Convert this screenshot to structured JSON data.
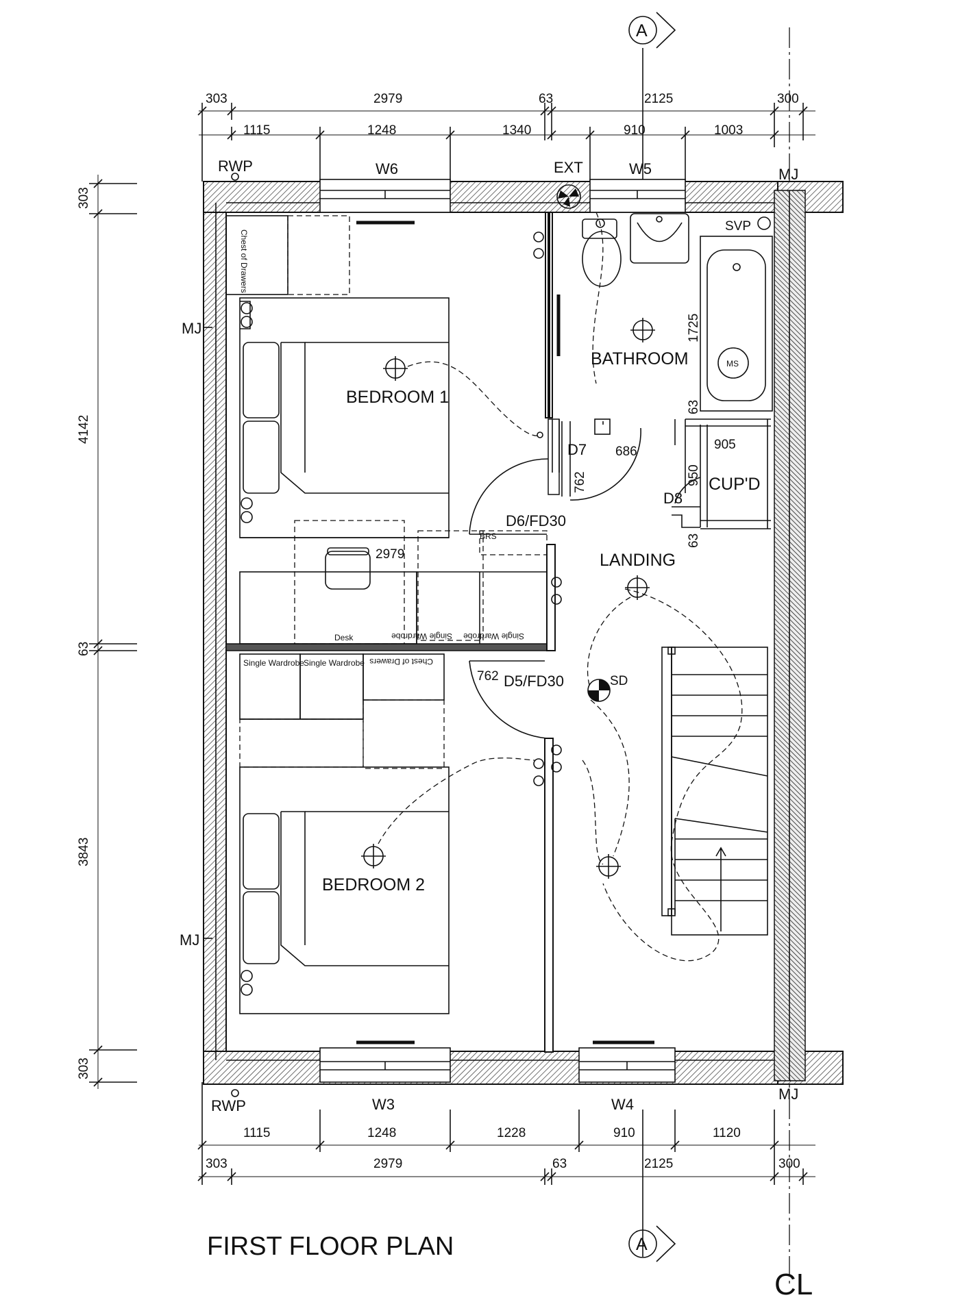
{
  "title": "FIRST FLOOR PLAN",
  "centerline": "CL",
  "section_marker": "A",
  "dims": {
    "top_outer": [
      "303",
      "2979",
      "63",
      "2125",
      "300"
    ],
    "top_inner": [
      "1115",
      "1248",
      "1340",
      "910",
      "1003"
    ],
    "bottom_inner": [
      "1115",
      "1248",
      "1228",
      "910",
      "1120"
    ],
    "bottom_outer": [
      "303",
      "2979",
      "63",
      "2125",
      "300"
    ],
    "left": [
      "303",
      "4142",
      "63",
      "3843",
      "303"
    ],
    "bath_length": "1725",
    "bath_63a": "63",
    "bath_63b": "63",
    "door_686": "686",
    "door_762a": "762",
    "door_762b": "762",
    "cupd_905": "905",
    "cupd_950": "950",
    "desk_2979": "2979"
  },
  "labels": {
    "rwp_top": "RWP",
    "rwp_bottom": "RWP",
    "w6": "W6",
    "w5": "W5",
    "w3": "W3",
    "w4": "W4",
    "ext": "EXT",
    "mj_top": "MJ",
    "mj_bottom": "MJ",
    "mj_left1": "MJ",
    "mj_left2": "MJ",
    "svp": "SVP",
    "ms": "MS",
    "d7": "D7",
    "d8": "D8",
    "d6": "D6/FD30",
    "d5": "D5/FD30",
    "brs": "BRS",
    "sd": "SD",
    "cupd": "CUP'D"
  },
  "rooms": {
    "bedroom1": "BEDROOM 1",
    "bedroom2": "BEDROOM 2",
    "bathroom": "BATHROOM",
    "landing": "LANDING"
  },
  "furniture": {
    "chest1": "Chest of Drawers",
    "desk": "Desk",
    "wardrobe_a": "Single Wardrobe",
    "wardrobe_b": "Single Wardrobe",
    "wardrobe_c": "Single Wardrobe",
    "wardrobe_d": "Single Wardrobe",
    "chest2": "Chest of Drawers"
  }
}
